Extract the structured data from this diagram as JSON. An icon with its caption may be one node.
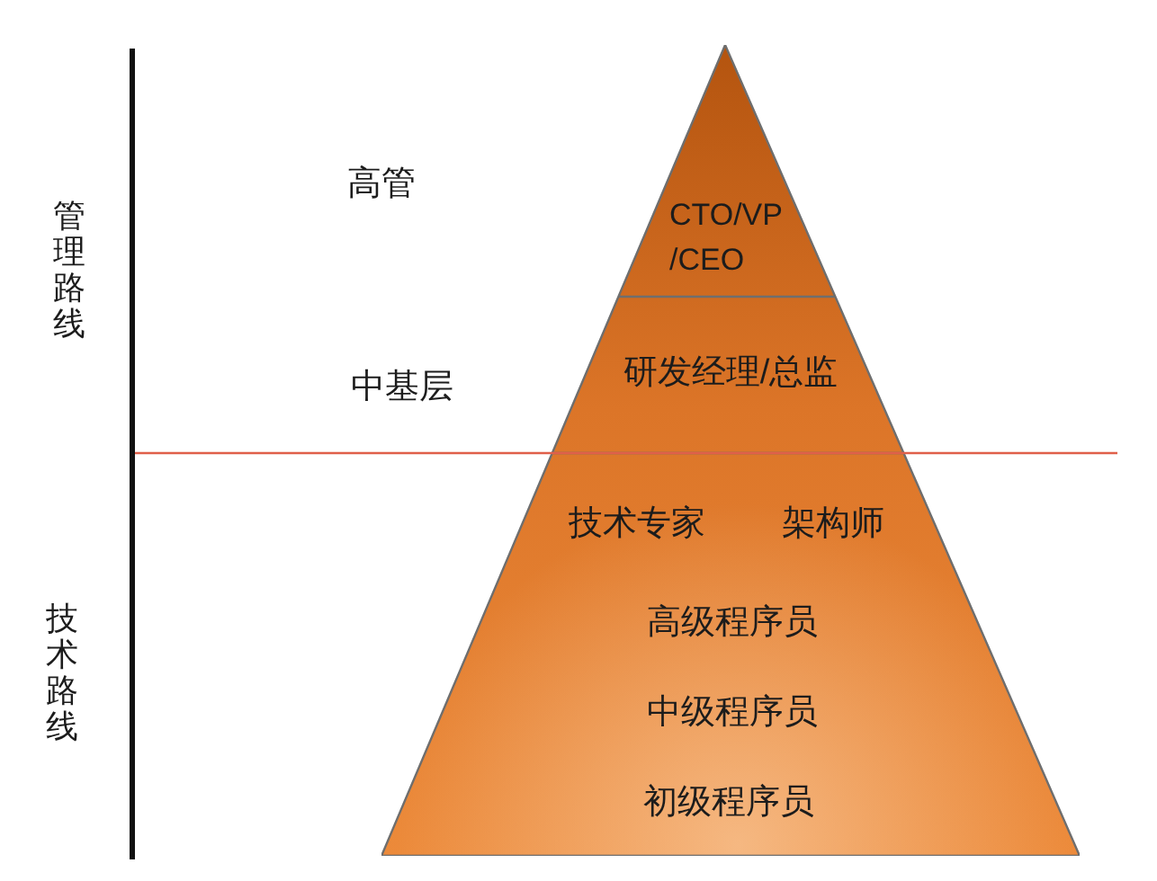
{
  "diagram": {
    "nodes": [
      {
        "text": [
          "CTO/VP /CEO"
        ]
      },
      {
        "text": [
          "研发经理/总监"
        ]
      },
      {
        "text": [
          "技术专家",
          "架构师",
          "高级程序员",
          "中级程序员",
          "初级程序员"
        ]
      }
    ],
    "labels": [
      "管理路线",
      "高管",
      "中基层",
      "技术路线"
    ]
  }
}
